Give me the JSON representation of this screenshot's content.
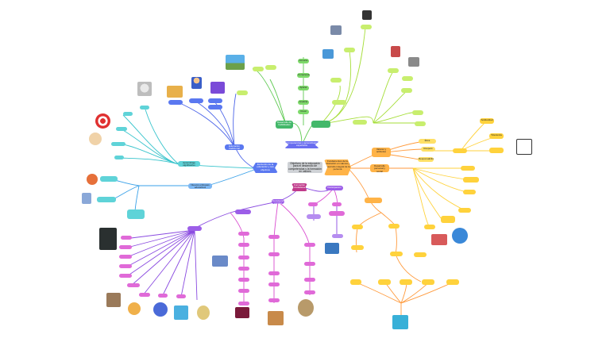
{
  "colors": {
    "green": "#5cc94f",
    "lime": "#a6de3a",
    "teal": "#38c4cc",
    "blue": "#4a63e8",
    "purple": "#8a4be0",
    "magenta": "#d94ccf",
    "orange": "#ff9a3c",
    "yellow": "#ffd23c"
  },
  "center": {
    "label": "Objetivos de la educación para el desarrollo de competencias y la formación en valores"
  },
  "left_main": {
    "label": "Evolución de la educación y sus objetivos"
  },
  "right_main": {
    "label": "Fundamentos de la educación en valores y desarrollo integral de la persona"
  },
  "top_main": {
    "label": "Competencias y aprendizajes esperados"
  },
  "bottom_main": {
    "label": "Formación ciudadana"
  },
  "top_green": {
    "head": "Desarrollo de habilidades",
    "chain": [
      "Conocer",
      "Comprender",
      "Aplicar",
      "Analizar",
      "Crear"
    ]
  },
  "left_blue": {
    "head": "Educación tradicional"
  },
  "left_teal": {
    "head": "Aprendizaje significativo"
  },
  "left_sky": {
    "head": "Nuevos enfoques educativos"
  },
  "right_orange": {
    "head": "Valores y actitudes",
    "sub": [
      "Ética",
      "Respeto",
      "Responsabilidad",
      "Solidaridad",
      "Tolerancia"
    ]
  },
  "right_yellow": {
    "head": "Desarrollo personal y social"
  },
  "bottom_purple": {
    "head": "Convivencia escolar"
  },
  "bottom_magenta": {
    "head": "Participación"
  }
}
